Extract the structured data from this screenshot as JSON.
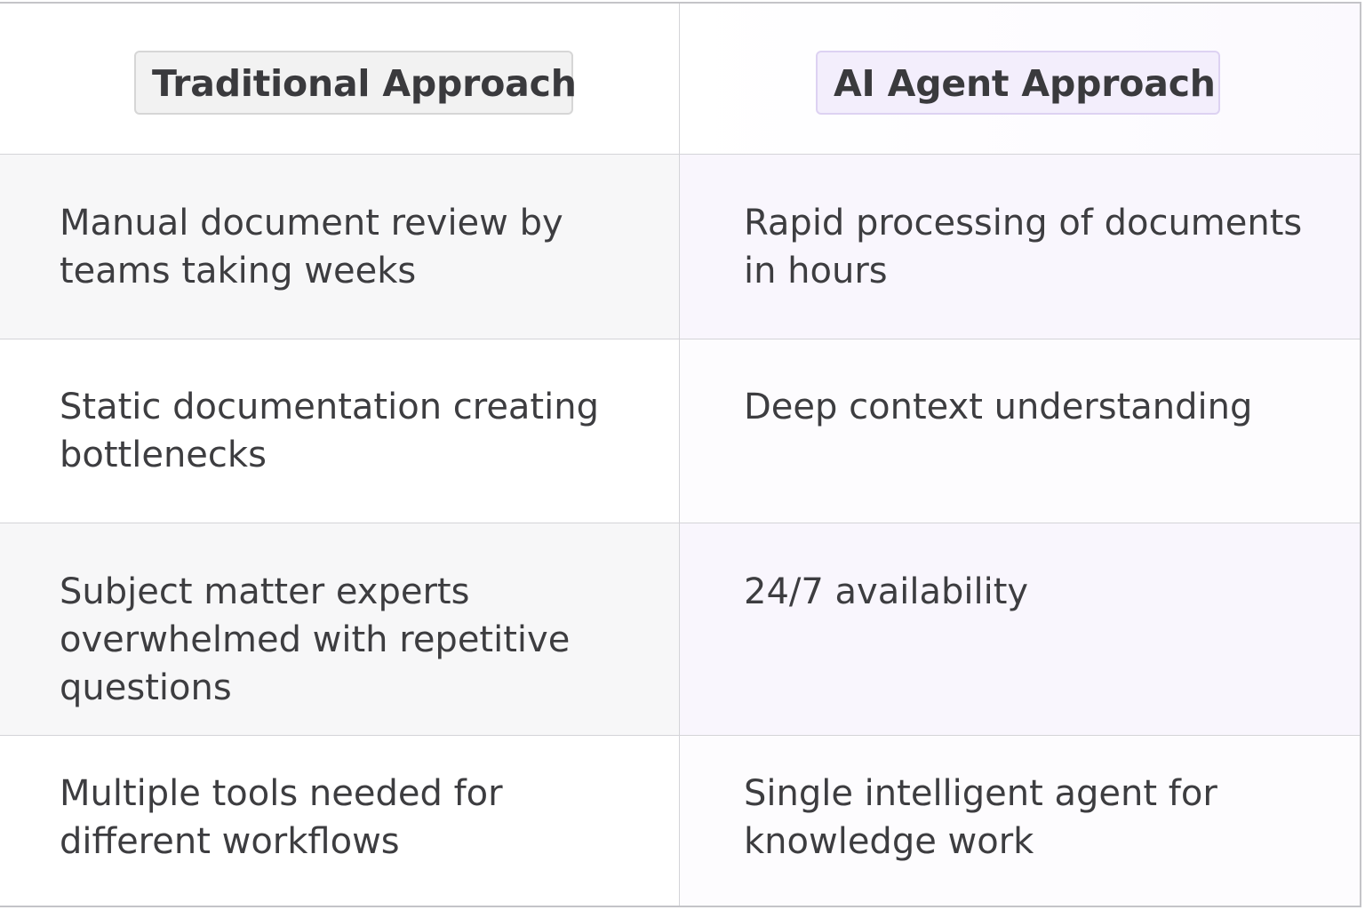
{
  "headers": {
    "traditional": "Traditional Approach",
    "ai_agent": "AI Agent Approach"
  },
  "rows": [
    {
      "traditional": "Manual document review by teams taking weeks",
      "ai_agent": "Rapid processing of documents in hours"
    },
    {
      "traditional": "Static documentation creating bottlenecks",
      "ai_agent": "Deep context understanding"
    },
    {
      "traditional": "Subject matter experts overwhelmed with repetitive questions",
      "ai_agent": "24/7 availability"
    },
    {
      "traditional": "Multiple tools needed for different workflows",
      "ai_agent": "Single intelligent agent for knowledge work"
    }
  ],
  "colors": {
    "traditional_badge_bg": "#f2f2f2",
    "ai_badge_bg": "#f3eefc",
    "ai_row_tint": "#f9f6fd",
    "text": "#3d3d40"
  }
}
